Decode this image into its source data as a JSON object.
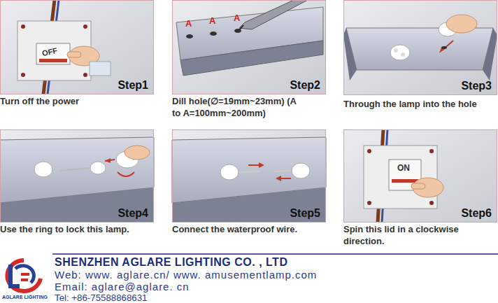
{
  "diagram": {
    "nodes": [
      {
        "text": [
          "Step1",
          "Turn off the power"
        ]
      },
      {
        "text": [
          "Step2",
          "Dill hole(∅=19mm~23mm) (A to A=100mm~200mm)"
        ]
      },
      {
        "text": [
          "Step3",
          "Through the lamp into the hole"
        ]
      },
      {
        "text": [
          "Step4",
          "Use the ring to lock this lamp."
        ]
      },
      {
        "text": [
          "Step5",
          "Connect the waterproof wire."
        ]
      },
      {
        "text": [
          "Step6",
          "Spin this lid in a clockwise direction."
        ]
      }
    ],
    "labels": [
      "OFF",
      "A",
      "A",
      "A",
      "ON",
      "AGLARE LIGHTING",
      "SHENZHEN AGLARE LIGHTING CO. , LTD",
      "Web: www. aglare.cn/ www. amusementlamp.com",
      "Email: aglare@aglare. cn",
      "Tel: +86-75588868631"
    ]
  }
}
